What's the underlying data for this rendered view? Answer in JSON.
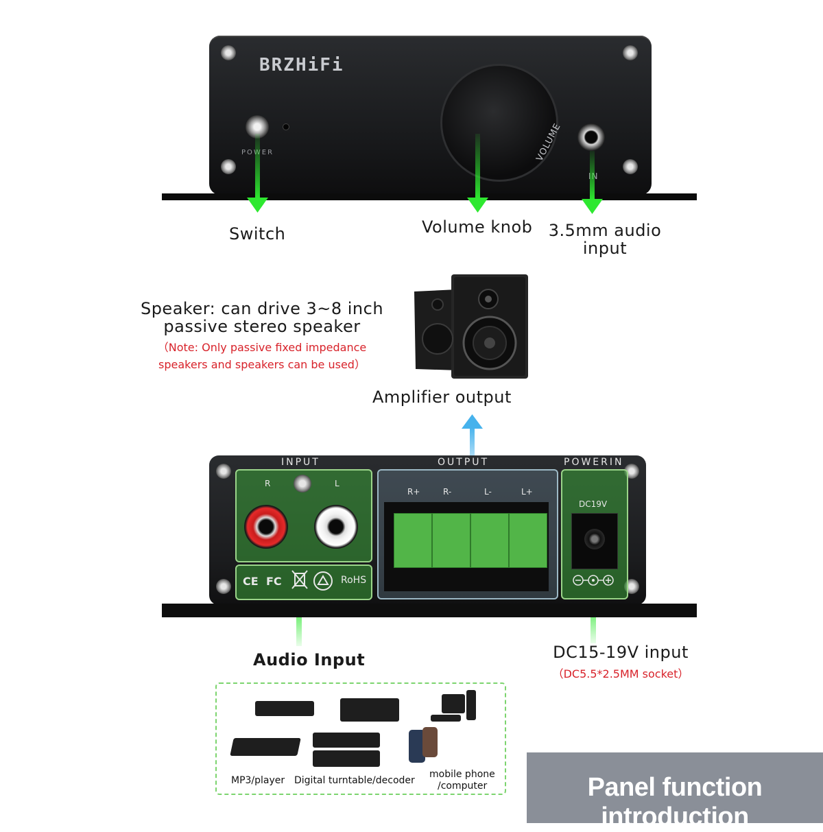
{
  "front_panel": {
    "brand": "BRZHiFi",
    "power_label": "POWER",
    "volume_label": "VOLUME",
    "input_label": "IN"
  },
  "callouts": {
    "switch": "Switch",
    "volume_knob": "Volume knob",
    "audio_input_line1": "3.5mm audio",
    "audio_input_line2": "input",
    "speaker_line1": "Speaker: can drive 3~8 inch",
    "speaker_line2": "passive stereo speaker",
    "speaker_note_line1": "（Note: Only passive fixed impedance",
    "speaker_note_line2": "speakers and speakers can be used）",
    "amp_output": "Amplifier output",
    "audio_input": "Audio Input",
    "dc_input": "DC15-19V input",
    "dc_note": "（DC5.5*2.5MM socket）"
  },
  "back_panel": {
    "input_title": "INPUT",
    "output_title": "OUTPUT",
    "power_title": "POWERIN",
    "rca_right": "R",
    "rca_left": "L",
    "terminals": [
      "R+",
      "R-",
      "L-",
      "L+"
    ],
    "dc_label": "DC19V",
    "certs": [
      "CE",
      "FC",
      "RoHS"
    ]
  },
  "sources": {
    "labels": [
      "MP3/player",
      "Digital turntable/decoder",
      "mobile phone",
      "/computer"
    ]
  },
  "banner": {
    "title": "Panel function introduction"
  },
  "colors": {
    "arrow_green": "#2ee830",
    "arrow_blue": "#46b2ec",
    "note_red": "#d8222a",
    "banner_gray": "#8a8f98"
  }
}
